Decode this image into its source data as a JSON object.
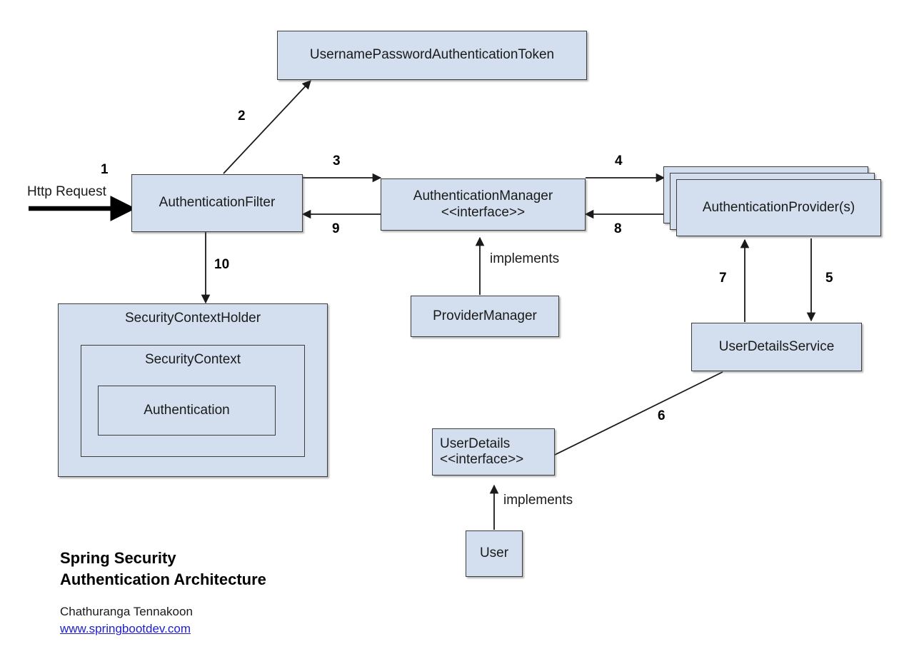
{
  "diagram": {
    "title_line1": "Spring Security",
    "title_line2": "Authentication Architecture",
    "author": "Chathuranga Tennakoon",
    "link": "www.springbootdev.com",
    "colors": {
      "node_fill": "#d3dfef",
      "node_border": "#3d3d3d",
      "link_color": "#2020cc",
      "arrow_color": "#1a1a1a",
      "background": "#ffffff"
    }
  },
  "nodes": {
    "token": {
      "label": "UsernamePasswordAuthenticationToken"
    },
    "auth_filter": {
      "label": "AuthenticationFilter"
    },
    "auth_manager": {
      "line1": "AuthenticationManager",
      "line2": "<<interface>>"
    },
    "auth_provider": {
      "label": "AuthenticationProvider(s)"
    },
    "provider_manager": {
      "label": "ProviderManager"
    },
    "user_details_service": {
      "label": "UserDetailsService"
    },
    "user_details": {
      "line1": "UserDetails",
      "line2": "<<interface>>"
    },
    "user": {
      "label": "User"
    },
    "security_context_holder": {
      "label": "SecurityContextHolder"
    },
    "security_context": {
      "label": "SecurityContext"
    },
    "authentication": {
      "label": "Authentication"
    }
  },
  "edges": {
    "http_request": {
      "label": "Http Request",
      "step": "1"
    },
    "step2": {
      "step": "2"
    },
    "step3": {
      "step": "3"
    },
    "step4": {
      "step": "4"
    },
    "step5": {
      "step": "5"
    },
    "step6": {
      "step": "6"
    },
    "step7": {
      "step": "7"
    },
    "step8": {
      "step": "8"
    },
    "step9": {
      "step": "9"
    },
    "step10": {
      "step": "10"
    },
    "implements_manager": {
      "label": "implements"
    },
    "implements_user": {
      "label": "implements"
    }
  }
}
